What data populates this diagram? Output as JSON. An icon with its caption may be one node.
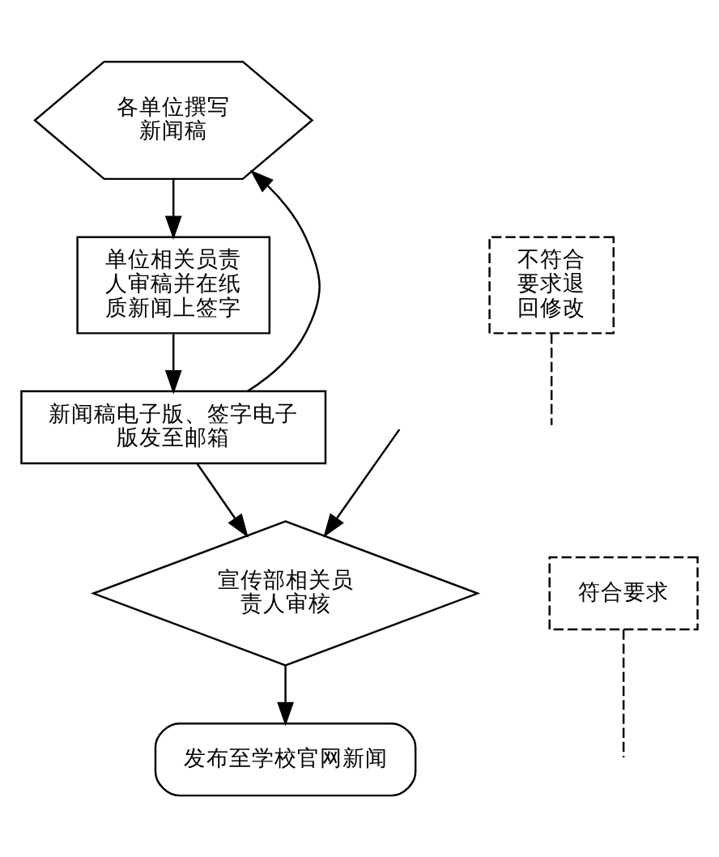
{
  "diagram": {
    "nodes": [
      {
        "text": [
          "各单位撰写新闻稿"
        ]
      },
      {
        "text": [
          "单位相关员责人审稿并在纸质新闻上签字"
        ]
      },
      {
        "text": [
          "新闻稿电子版、签字电子版发至邮箱"
        ]
      },
      {
        "text": [
          "宣传部相关员责人审核"
        ]
      },
      {
        "text": [
          "发布至学校官网新闻"
        ]
      },
      {
        "text": [
          "不符合要求退回修改"
        ]
      },
      {
        "text": [
          "符合要求"
        ]
      }
    ],
    "edges": [
      {
        "from": 0,
        "to": 1,
        "arrow": "to"
      },
      {
        "from": 1,
        "to": 2,
        "arrow": "to"
      },
      {
        "from": 2,
        "to": 3,
        "arrow": "to"
      },
      {
        "from": null,
        "to": 3,
        "arrow": "to"
      },
      {
        "from": 3,
        "to": 4,
        "arrow": "to"
      },
      {
        "from": 2,
        "to": 0,
        "arrow": "to"
      },
      {
        "from": 5,
        "to": null,
        "arrow": "none",
        "style": "dashed"
      },
      {
        "from": 6,
        "to": null,
        "arrow": "none",
        "style": "dashed"
      }
    ]
  }
}
